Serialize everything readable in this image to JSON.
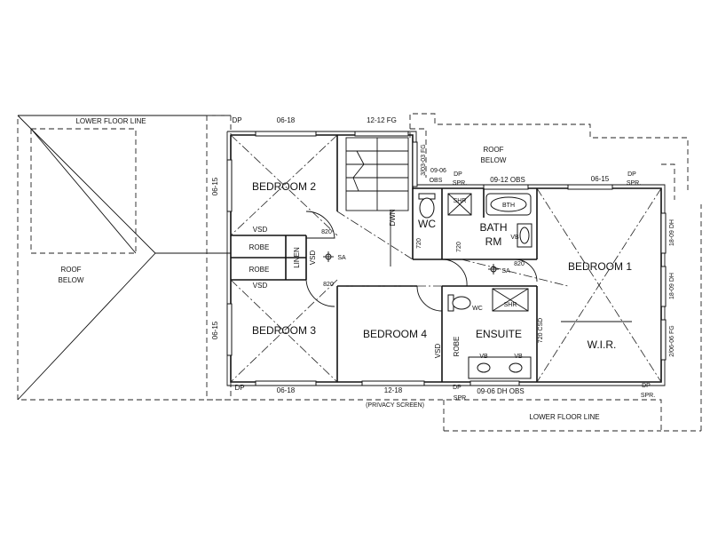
{
  "rooms": {
    "bedroom2": "BEDROOM 2",
    "bedroom3": "BEDROOM 3",
    "bedroom4": "BEDROOM 4",
    "bedroom1": "BEDROOM 1",
    "bath_line1": "BATH",
    "bath_line2": "RM",
    "wc": "WC",
    "ensuite": "ENSUITE",
    "wir": "W.I.R."
  },
  "fixtures": {
    "robe_top": "ROBE",
    "robe_bottom": "ROBE",
    "robe_bed4": "ROBE",
    "linen": "LINEN",
    "vsd_top": "VSD",
    "vsd_bottom": "VSD",
    "vsd_linen": "VSD",
    "vsd_bed4": "VSD",
    "dwn": "DWN",
    "shr_wc": "SHR",
    "shr_ensuite": "SHR",
    "bth": "BTH",
    "vb_bath": "VB",
    "vb_ens_left": "VB",
    "vb_ens_right": "VB",
    "wc_small": "WC",
    "sa_left": "SA",
    "sa_right": "SA"
  },
  "dimensions": {
    "top_0618": "06-18",
    "top_1212fg": "12-12 FG",
    "dp_top_left": "DP",
    "side_0615_top": "06-15",
    "side_0615_bottom": "06-15",
    "bot_0618": "06-18",
    "bot_1218": "12-18",
    "privacy_screen": "(PRIVACY SCREEN)",
    "dp_bot_left": "DP",
    "d_303fg": "3/03-03 FG",
    "d_0906obs_a": "09-06",
    "d_0906obs_b": "OBS",
    "d_0912obs": "09-12 OBS",
    "d_0615_right": "06-15",
    "dp_spr_mid_dp": "DP",
    "dp_spr_mid_spr": "SPR.",
    "dp_spr_right_dp": "DP",
    "dp_spr_right_spr": "SPR.",
    "d_820_a": "820",
    "d_820_b": "820",
    "d_820_c": "820",
    "d_720_a": "720",
    "d_720_b": "720",
    "d_720csd": "720 CSD",
    "d_1809dh_a": "18-09 DH",
    "d_1809dh_b": "18-09 DH",
    "d_2066fg": "2/06-06 FG",
    "bot_dp_spr_dp": "DP",
    "bot_dp_spr_spr": "SPR",
    "d_0906dhobs": "09-06 DH OBS",
    "bot_right_dp": "DP",
    "bot_right_spr": "SPR."
  },
  "labels": {
    "lower_floor_top": "LOWER FLOOR LINE",
    "lower_floor_bottom": "LOWER FLOOR LINE",
    "roof_below_left_1": "ROOF",
    "roof_below_left_2": "BELOW",
    "roof_below_top_1": "ROOF",
    "roof_below_top_2": "BELOW"
  }
}
